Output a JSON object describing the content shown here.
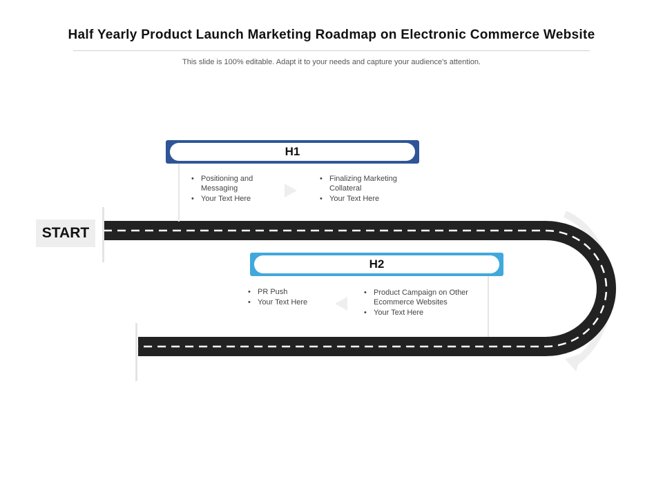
{
  "title": "Half Yearly Product Launch Marketing Roadmap on Electronic Commerce Website",
  "subtitle": "This slide is 100% editable. Adapt it to your needs and capture your audience's attention.",
  "start_label": "START",
  "colors": {
    "road": "#222222",
    "dash": "#ffffff",
    "h1_band": "#2f5597",
    "h2_band": "#41a8dc",
    "arc": "#eeeeee"
  },
  "phases": [
    {
      "label": "H1",
      "left": [
        "Positioning and Messaging",
        "Your Text Here"
      ],
      "right": [
        "Finalizing Marketing Collateral",
        "Your Text Here"
      ]
    },
    {
      "label": "H2",
      "left": [
        "PR Push",
        "Your Text Here"
      ],
      "right": [
        "Product Campaign on Other Ecommerce Websites",
        "Your Text Here"
      ]
    }
  ]
}
